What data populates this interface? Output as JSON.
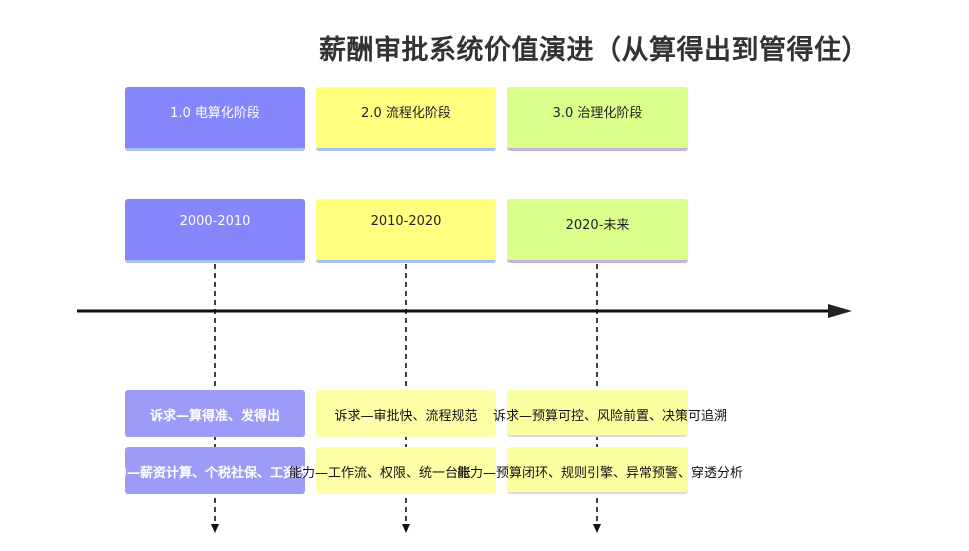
{
  "title": "薪酬审批系统价值演进（从算得出到管得住）",
  "stages": [
    {
      "label": "1.0 电算化阶段",
      "period": "2000-2010",
      "demand": "诉求—算得准、发得出",
      "capability": "能力—薪资计算、个税社保、工资表"
    },
    {
      "label": "2.0 流程化阶段",
      "period": "2010-2020",
      "demand": "诉求—审批快、流程规范",
      "capability": "能力—工作流、权限、统一台账"
    },
    {
      "label": "3.0 治理化阶段",
      "period": "2020-未来",
      "demand": "诉求—预算可控、风险前置、决策可追溯",
      "capability": "能力—预算闭环、规则引擎、异常预警、穿透分析"
    }
  ],
  "colors": {
    "stage1": "#8585fc",
    "stage2": "#ffff80",
    "stage3": "#daff8a",
    "axis": "#111111"
  }
}
